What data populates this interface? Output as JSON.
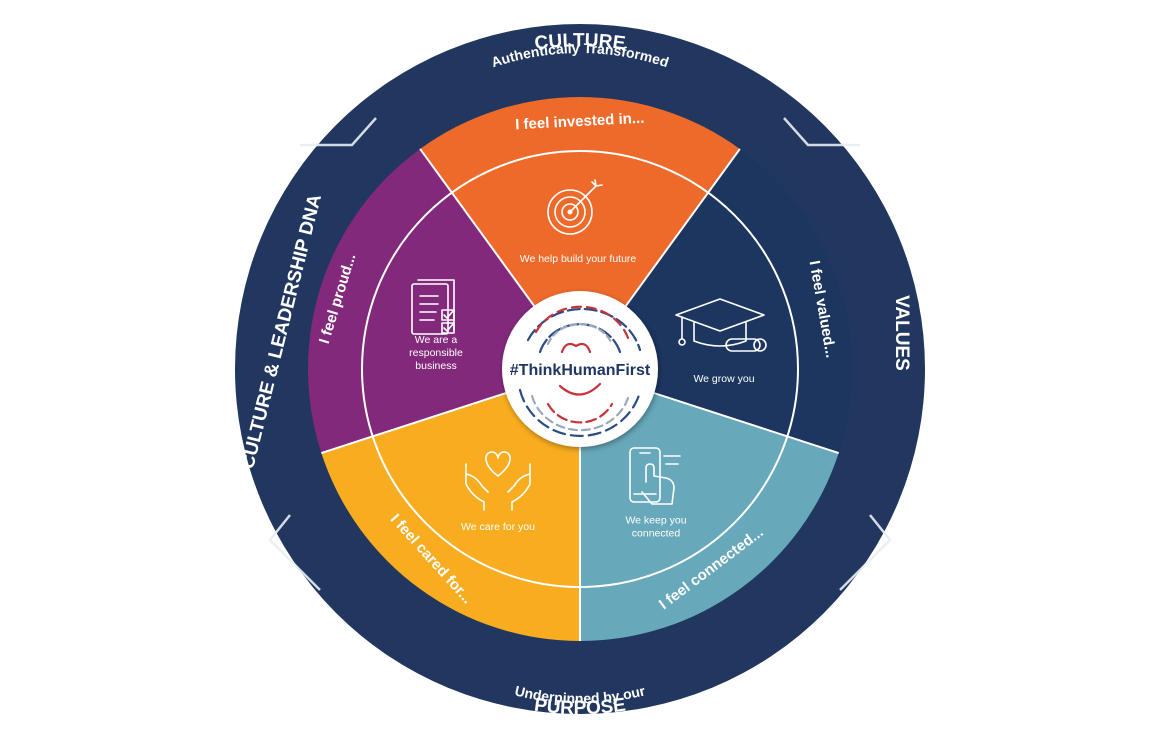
{
  "colors": {
    "outer_ring": "#21375f",
    "orange": "#ee6a2a",
    "navy": "#1c3660",
    "teal": "#67a8bb",
    "yellow": "#f8ac1f",
    "purple": "#82297c",
    "hub_text": "#1f3563",
    "fingerprint_red": "#c8323a",
    "fingerprint_blue": "#2b4a86"
  },
  "outer_ring": {
    "top_title": "CULTURE",
    "top_subtitle": "Authentically Transformed",
    "right_title": "VALUES",
    "left_title": "CULTURE & LEADERSHIP DNA",
    "bottom_subtitle": "Underpinned by our",
    "bottom_title": "PURPOSE"
  },
  "segments": [
    {
      "id": "invested",
      "outer_label": "I feel invested in...",
      "inner_label_lines": [
        "We help build your future"
      ],
      "icon": "target-icon",
      "color": "#ee6a2a"
    },
    {
      "id": "valued",
      "outer_label": "I feel valued...",
      "inner_label_lines": [
        "We grow you"
      ],
      "icon": "graduation-cap-icon",
      "color": "#1c3660"
    },
    {
      "id": "connected",
      "outer_label": "I feel connected...",
      "inner_label_lines": [
        "We keep you",
        "connected"
      ],
      "icon": "smartphone-touch-icon",
      "color": "#67a8bb"
    },
    {
      "id": "cared",
      "outer_label": "I feel cared for...",
      "inner_label_lines": [
        "We care for you"
      ],
      "icon": "heart-hands-icon",
      "color": "#f8ac1f"
    },
    {
      "id": "proud",
      "outer_label": "I feel proud...",
      "inner_label_lines": [
        "We are a",
        "responsible",
        "business"
      ],
      "icon": "checklist-document-icon",
      "color": "#82297c"
    }
  ],
  "hub": {
    "text": "#ThinkHumanFirst",
    "icon": "fingerprint-heart-icon"
  }
}
